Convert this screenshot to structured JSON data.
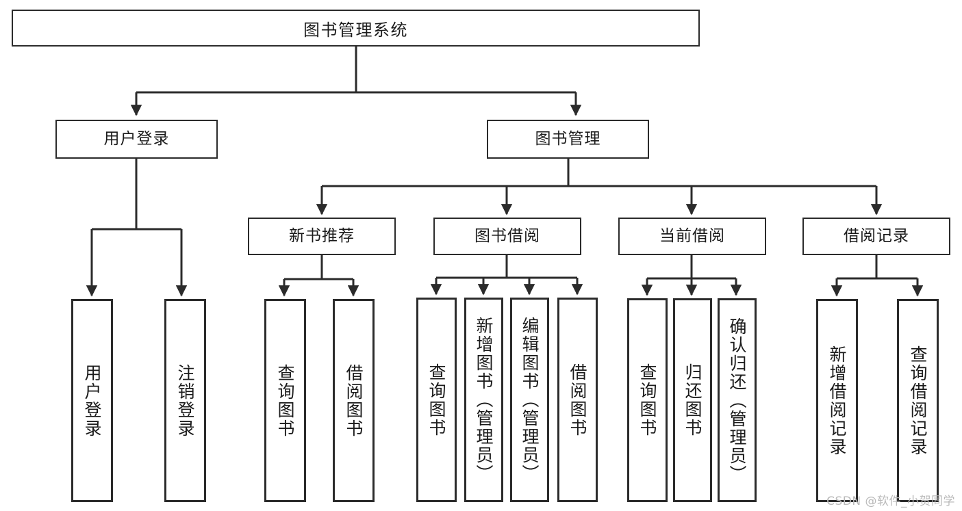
{
  "diagram": {
    "type": "tree-hierarchy",
    "title": "图书管理系统",
    "watermark": "CSDN @软件_小贺同学",
    "colors": {
      "box_border": "#2b2b2b",
      "box_fill": "#ffffff",
      "connector": "#2b2b2b",
      "text": "#1b1b1b",
      "watermark": "#b9b9b9",
      "background": "#ffffff"
    },
    "root": {
      "label": "图书管理系统"
    },
    "level2": [
      {
        "label": "用户登录"
      },
      {
        "label": "图书管理"
      }
    ],
    "level3": [
      {
        "label": "新书推荐"
      },
      {
        "label": "图书借阅"
      },
      {
        "label": "当前借阅"
      },
      {
        "label": "借阅记录"
      }
    ],
    "leaves": {
      "user_login": [
        {
          "label": "用户登录"
        },
        {
          "label": "注销登录"
        }
      ],
      "new_book_recommend": [
        {
          "label": "查询图书"
        },
        {
          "label": "借阅图书"
        }
      ],
      "book_borrow": [
        {
          "label": "查询图书"
        },
        {
          "label": "新增图书（管理员）"
        },
        {
          "label": "编辑图书（管理员）"
        },
        {
          "label": "借阅图书"
        }
      ],
      "current_borrow": [
        {
          "label": "查询图书"
        },
        {
          "label": "归还图书"
        },
        {
          "label": "确认归还（管理员）"
        }
      ],
      "borrow_records": [
        {
          "label": "新增借阅记录"
        },
        {
          "label": "查询借阅记录"
        }
      ]
    }
  }
}
